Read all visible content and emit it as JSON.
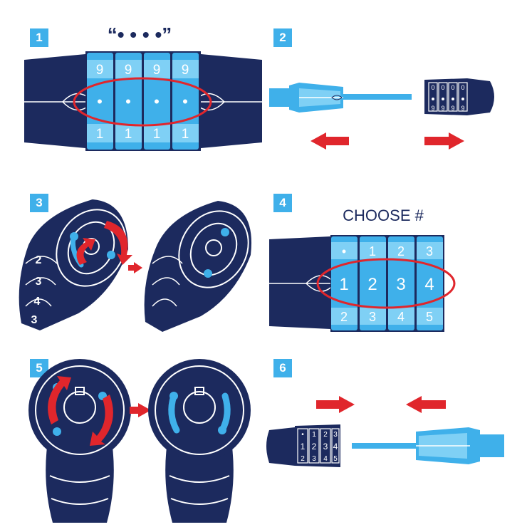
{
  "colors": {
    "navy": "#1c2a5e",
    "blue": "#3fb0ea",
    "light_blue": "#7fd0f5",
    "red": "#e0262c",
    "white": "#ffffff"
  },
  "steps": [
    {
      "badge": "1",
      "caption": "“• • • •”",
      "top_digits": [
        "9",
        "9",
        "9",
        "9"
      ],
      "mid_digits": [
        "•",
        "•",
        "•",
        "•"
      ],
      "bottom_digits": [
        "1",
        "1",
        "1",
        "1"
      ]
    },
    {
      "badge": "2",
      "small_top": [
        "0",
        "0",
        "0",
        "0"
      ],
      "small_bottom": [
        "9",
        "9",
        "9",
        "9"
      ]
    },
    {
      "badge": "3",
      "dial_digits": [
        "2",
        "3",
        "4",
        "3"
      ]
    },
    {
      "badge": "4",
      "caption": "CHOOSE #",
      "top_digits": [
        "•",
        "1",
        "2",
        "3"
      ],
      "mid_digits": [
        "1",
        "2",
        "3",
        "4"
      ],
      "bottom_digits": [
        "2",
        "3",
        "4",
        "5"
      ]
    },
    {
      "badge": "5"
    },
    {
      "badge": "6",
      "small_top": [
        "•",
        "1",
        "2",
        "3"
      ],
      "small_mid": [
        "1",
        "2",
        "3",
        "4"
      ],
      "small_bottom": [
        "2",
        "3",
        "4",
        "5"
      ]
    }
  ],
  "icons": [
    "red-arrow-left-icon",
    "red-arrow-right-icon",
    "rotate-arrow-icon",
    "lock-dial-icon"
  ]
}
